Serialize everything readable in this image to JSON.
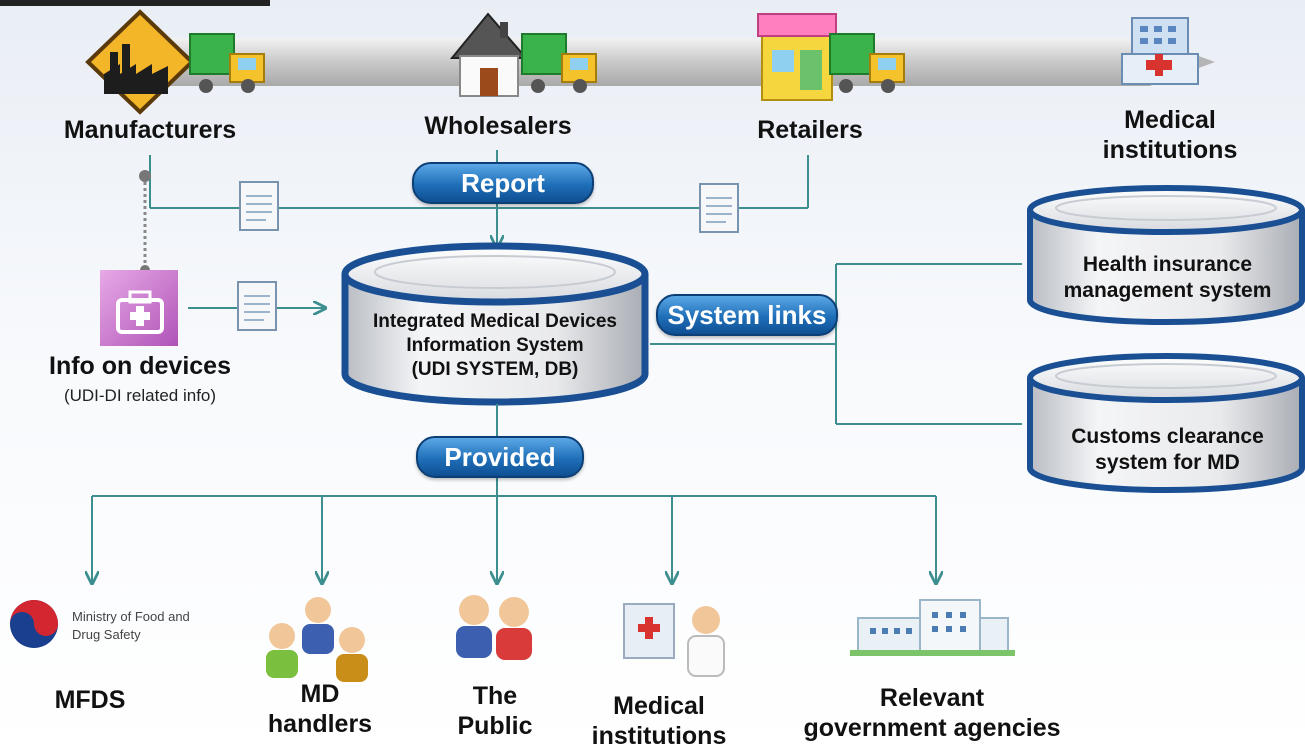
{
  "supply_chain": {
    "manufacturers": "Manufacturers",
    "wholesalers": "Wholesalers",
    "retailers": "Retailers",
    "medical_institutions_line1": "Medical",
    "medical_institutions_line2": "institutions"
  },
  "labels": {
    "report": "Report",
    "system_links": "System links",
    "provided": "Provided"
  },
  "info_on_devices": {
    "title": "Info on devices",
    "subtitle": "(UDI-DI related info)"
  },
  "central_db": {
    "line1": "Integrated Medical Devices",
    "line2": "Information System",
    "line3": "(UDI SYSTEM, DB)"
  },
  "linked_systems": {
    "health_line1": "Health insurance",
    "health_line2": "management system",
    "customs_line1": "Customs clearance",
    "customs_line2": "system for MD"
  },
  "recipients": {
    "mfds": "MFDS",
    "mfds_logo_line1": "Ministry of Food and",
    "mfds_logo_line2": "Drug Safety",
    "md_handlers_line1": "MD",
    "md_handlers_line2": "handlers",
    "public_line1": "The",
    "public_line2": "Public",
    "medical_line1": "Medical",
    "medical_line2": "institutions",
    "agencies_line1": "Relevant",
    "agencies_line2": "government agencies"
  },
  "colors": {
    "connector": "#3d8f8f",
    "pill_blue": "#1f6fb8",
    "db_border": "#1a4f94",
    "truck_green": "#3ab34a"
  }
}
